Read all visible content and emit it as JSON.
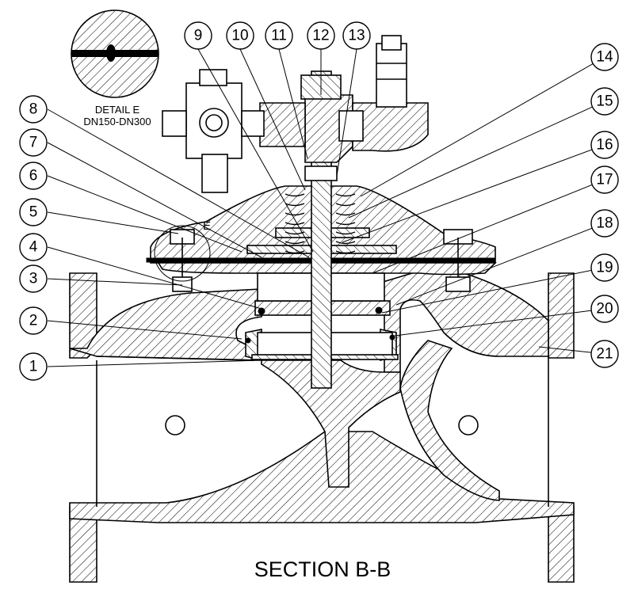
{
  "section_title": "SECTION B-B",
  "detail": {
    "title": "DETAIL E",
    "subtitle": "DN150-DN300",
    "marker": "E"
  },
  "part_numbers": [
    "1",
    "2",
    "3",
    "4",
    "5",
    "6",
    "7",
    "8",
    "9",
    "10",
    "11",
    "12",
    "13",
    "14",
    "15",
    "16",
    "17",
    "18",
    "19",
    "20",
    "21"
  ]
}
